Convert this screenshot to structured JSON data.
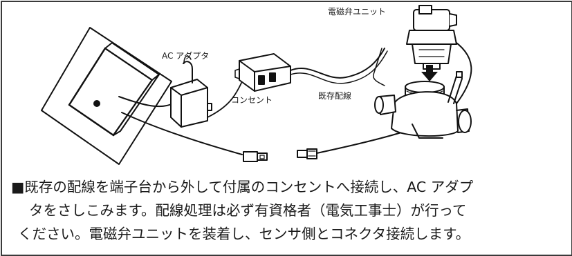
{
  "labels": {
    "valve_unit": "電磁弁ユニット",
    "ac_adapter": "AC アダプタ",
    "outlet": "コンセント",
    "existing_wiring": "既存配線"
  },
  "caption": {
    "line1": "■既存の配線を端子台から外して付属のコンセントへ接続し、AC アダプ",
    "line2": "タをさしこみます。配線処理は必ず有資格者（電気工事士）が行って",
    "line3": "ください。電磁弁ユニットを装着し、センサ側とコネクタ接続します。"
  }
}
